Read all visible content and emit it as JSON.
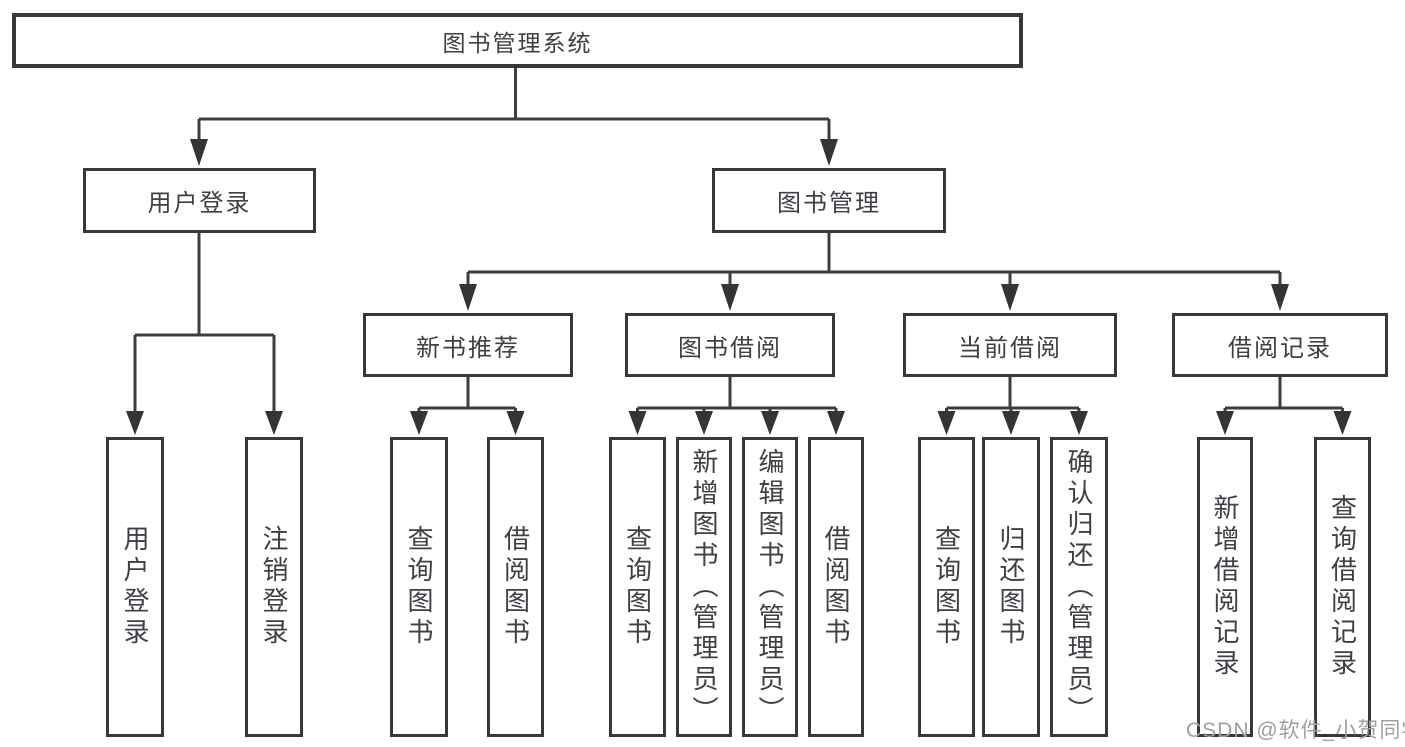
{
  "diagram": {
    "title_node": "图书管理系统",
    "level2": {
      "user_login": "用户登录",
      "book_mgmt": "图书管理"
    },
    "level3": {
      "new_books": "新书推荐",
      "borrow": "图书借阅",
      "current": "当前借阅",
      "records": "借阅记录"
    },
    "leaves": {
      "user_login": [
        "用户登录",
        "注销登录"
      ],
      "new_books": [
        "查询图书",
        "借阅图书"
      ],
      "borrow": [
        "查询图书",
        "新增图书（管理员）",
        "编辑图书（管理员）",
        "借阅图书"
      ],
      "current": [
        "查询图书",
        "归还图书",
        "确认归还（管理员）"
      ],
      "records": [
        "新增借阅记录",
        "查询借阅记录"
      ]
    }
  },
  "watermark": "CSDN @软件_小贺同学",
  "colors": {
    "line": "#3d3d3d",
    "border": "#383838",
    "text": "#3e4045",
    "watermark": "#9f9f9f",
    "background": "#ffffff"
  }
}
